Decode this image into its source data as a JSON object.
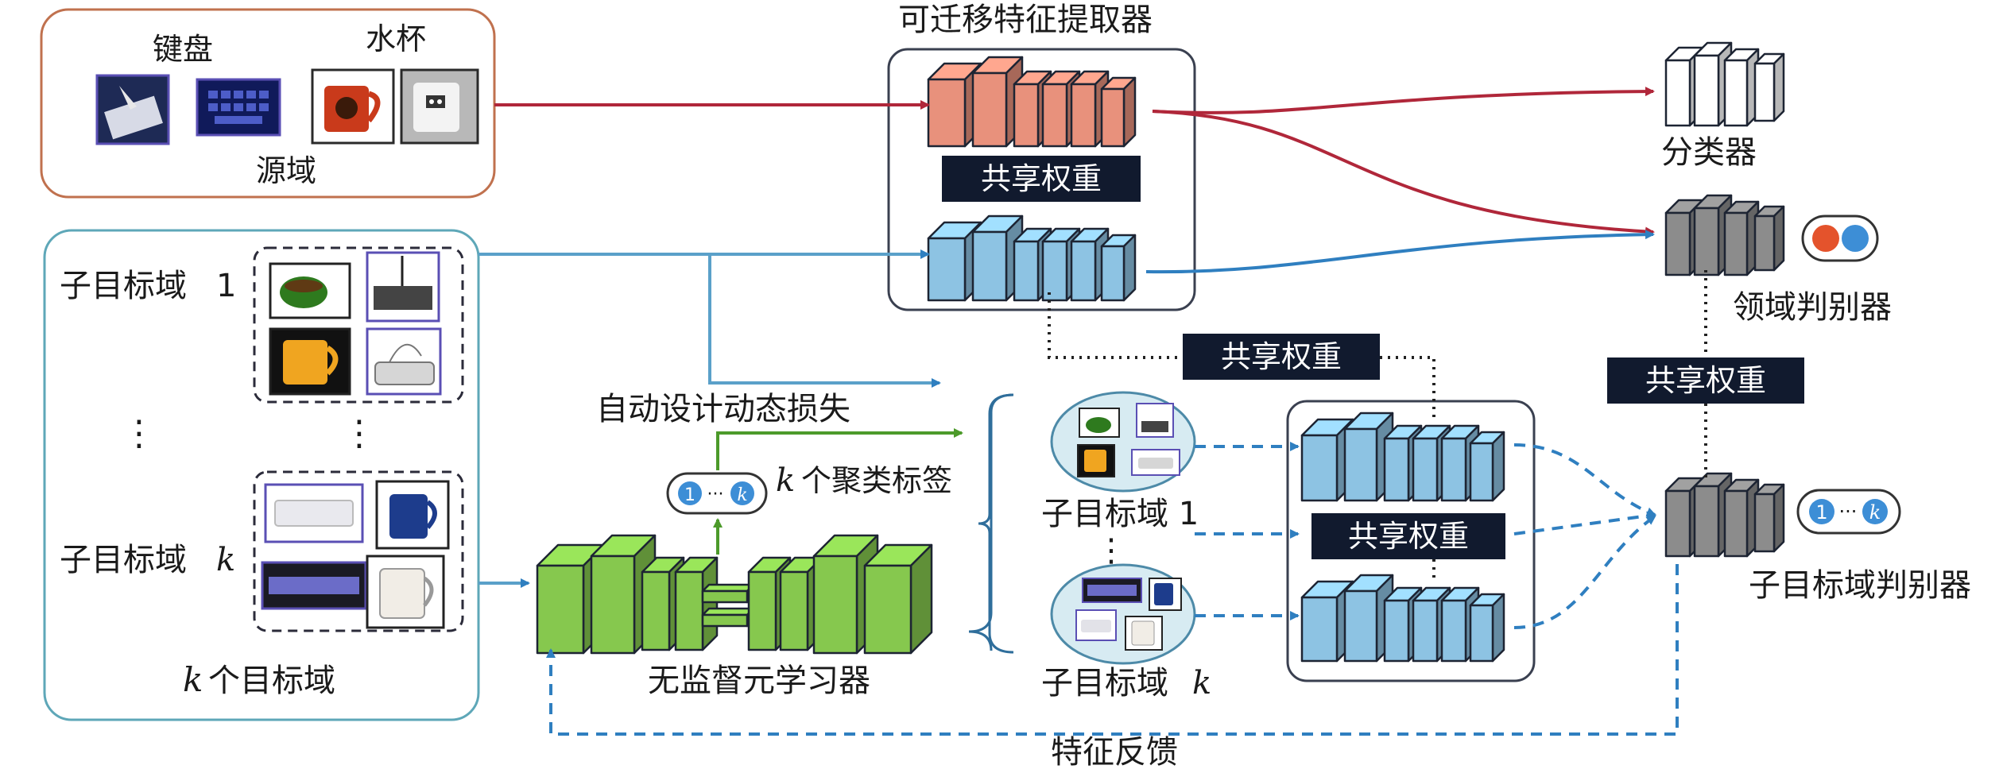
{
  "source_domain": {
    "keyboard_label": "键盘",
    "cup_label": "水杯",
    "domain_label": "源域"
  },
  "target_domains": {
    "sub1_label": "子目标域",
    "sub1_index": "1",
    "subk_label": "子目标域",
    "subk_index": "k",
    "dots_left": "⋮",
    "dots_right": "⋮",
    "footer_var": "k",
    "footer_label": "个目标域"
  },
  "feature_extractor": {
    "title": "可迁移特征提取器",
    "shared_weight": "共享权重"
  },
  "shared_weights": {
    "mid": "共享权重",
    "right": "共享权重",
    "bottom": "共享权重"
  },
  "classifier_label": "分类器",
  "domain_discriminator_label": "领域判别器",
  "sub_domain_discriminator_label": "子目标域判别器",
  "auto_loss_label": "自动设计动态损失",
  "cluster": {
    "var": "k",
    "label": "个聚类标签",
    "pill_start": "1",
    "pill_dots": "···",
    "pill_end": "k"
  },
  "meta_learner_label": "无监督元学习器",
  "clusters_group": {
    "sub1_label": "子目标域 1",
    "subk_label": "子目标域",
    "subk_var": "k",
    "dots": "⋮"
  },
  "feedback_label": "特征反馈",
  "colors": {
    "red_block": "#e8917c",
    "blue_block": "#8dc3e3",
    "green_block": "#86c84e",
    "gray_block": "#8c8c8c",
    "red_arrow": "#b0273a",
    "blue_arrow": "#2f7fc0",
    "green_arrow": "#4c9a2a",
    "badge": "#111a2e"
  }
}
